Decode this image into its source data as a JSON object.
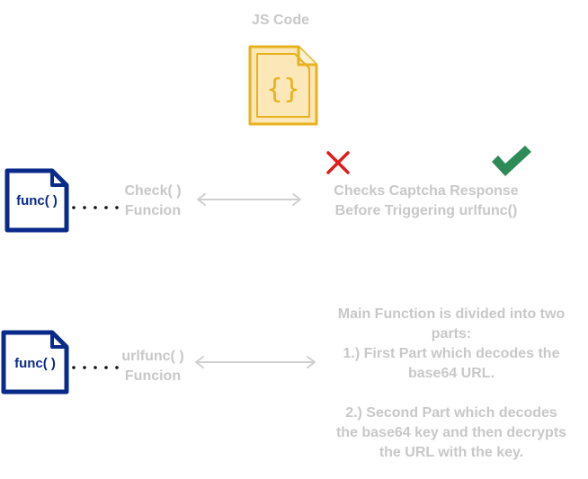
{
  "title": "JS Code",
  "nodes": {
    "check": {
      "icon_label": "func( )",
      "name_lines": [
        "Check( )",
        "Funcion"
      ],
      "description_lines": [
        "Checks Captcha Response",
        "Before Triggering urlfunc()"
      ]
    },
    "urlfunc": {
      "icon_label": "func( )",
      "name_lines": [
        "urlfunc( )",
        "Funcion"
      ],
      "description_lines": [
        "Main Function is divided into two",
        "parts:",
        "1.) First Part which decodes the",
        "base64 URL.",
        "",
        "2.) Second Part which decodes",
        "the base64 key and then decrypts",
        "the URL with the key."
      ]
    }
  },
  "icons": {
    "document": "code-file-icon",
    "fail": "cross-icon",
    "pass": "checkmark-icon"
  },
  "colors": {
    "label_text": "#c8c8c8",
    "file_icon_stroke": "#e8b21e",
    "file_icon_fill": "#fbe7b7",
    "func_icon_stroke": "#0a2a8a",
    "cross": "#e01b1b",
    "check": "#2e8b57",
    "arrow": "#d0d0d0"
  }
}
